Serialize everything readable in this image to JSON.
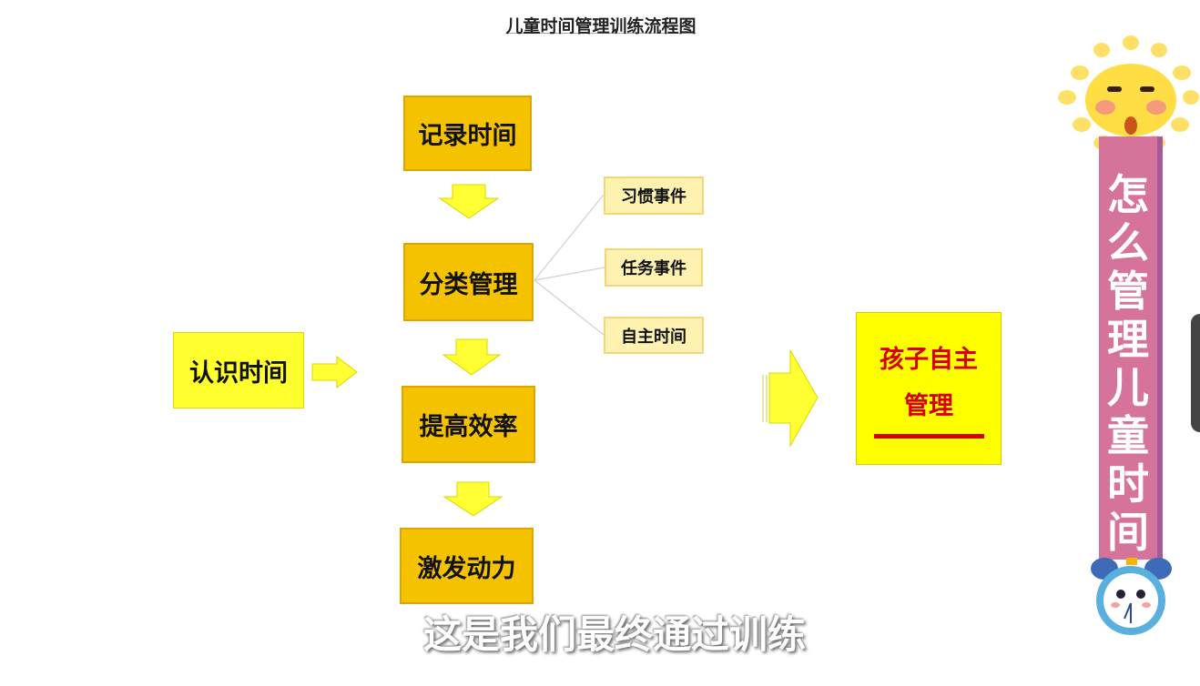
{
  "title": "儿童时间管理训练流程图",
  "flow": {
    "step1": "认识时间",
    "main": [
      "记录时间",
      "分类管理",
      "提高效率",
      "激发动力"
    ],
    "sub": [
      "习惯事件",
      "任务事件",
      "自主时间"
    ],
    "goal_line1": "孩子自主",
    "goal_line2": "管理"
  },
  "banner": {
    "chars": [
      "怎",
      "么",
      "管",
      "理",
      "儿",
      "童",
      "时",
      "间"
    ]
  },
  "subtitle": "这是我们最终通过训练",
  "colors": {
    "box": "#f5c200",
    "arrow": "#ffff33",
    "goal_text": "#d60000",
    "banner": "#d6739a"
  }
}
